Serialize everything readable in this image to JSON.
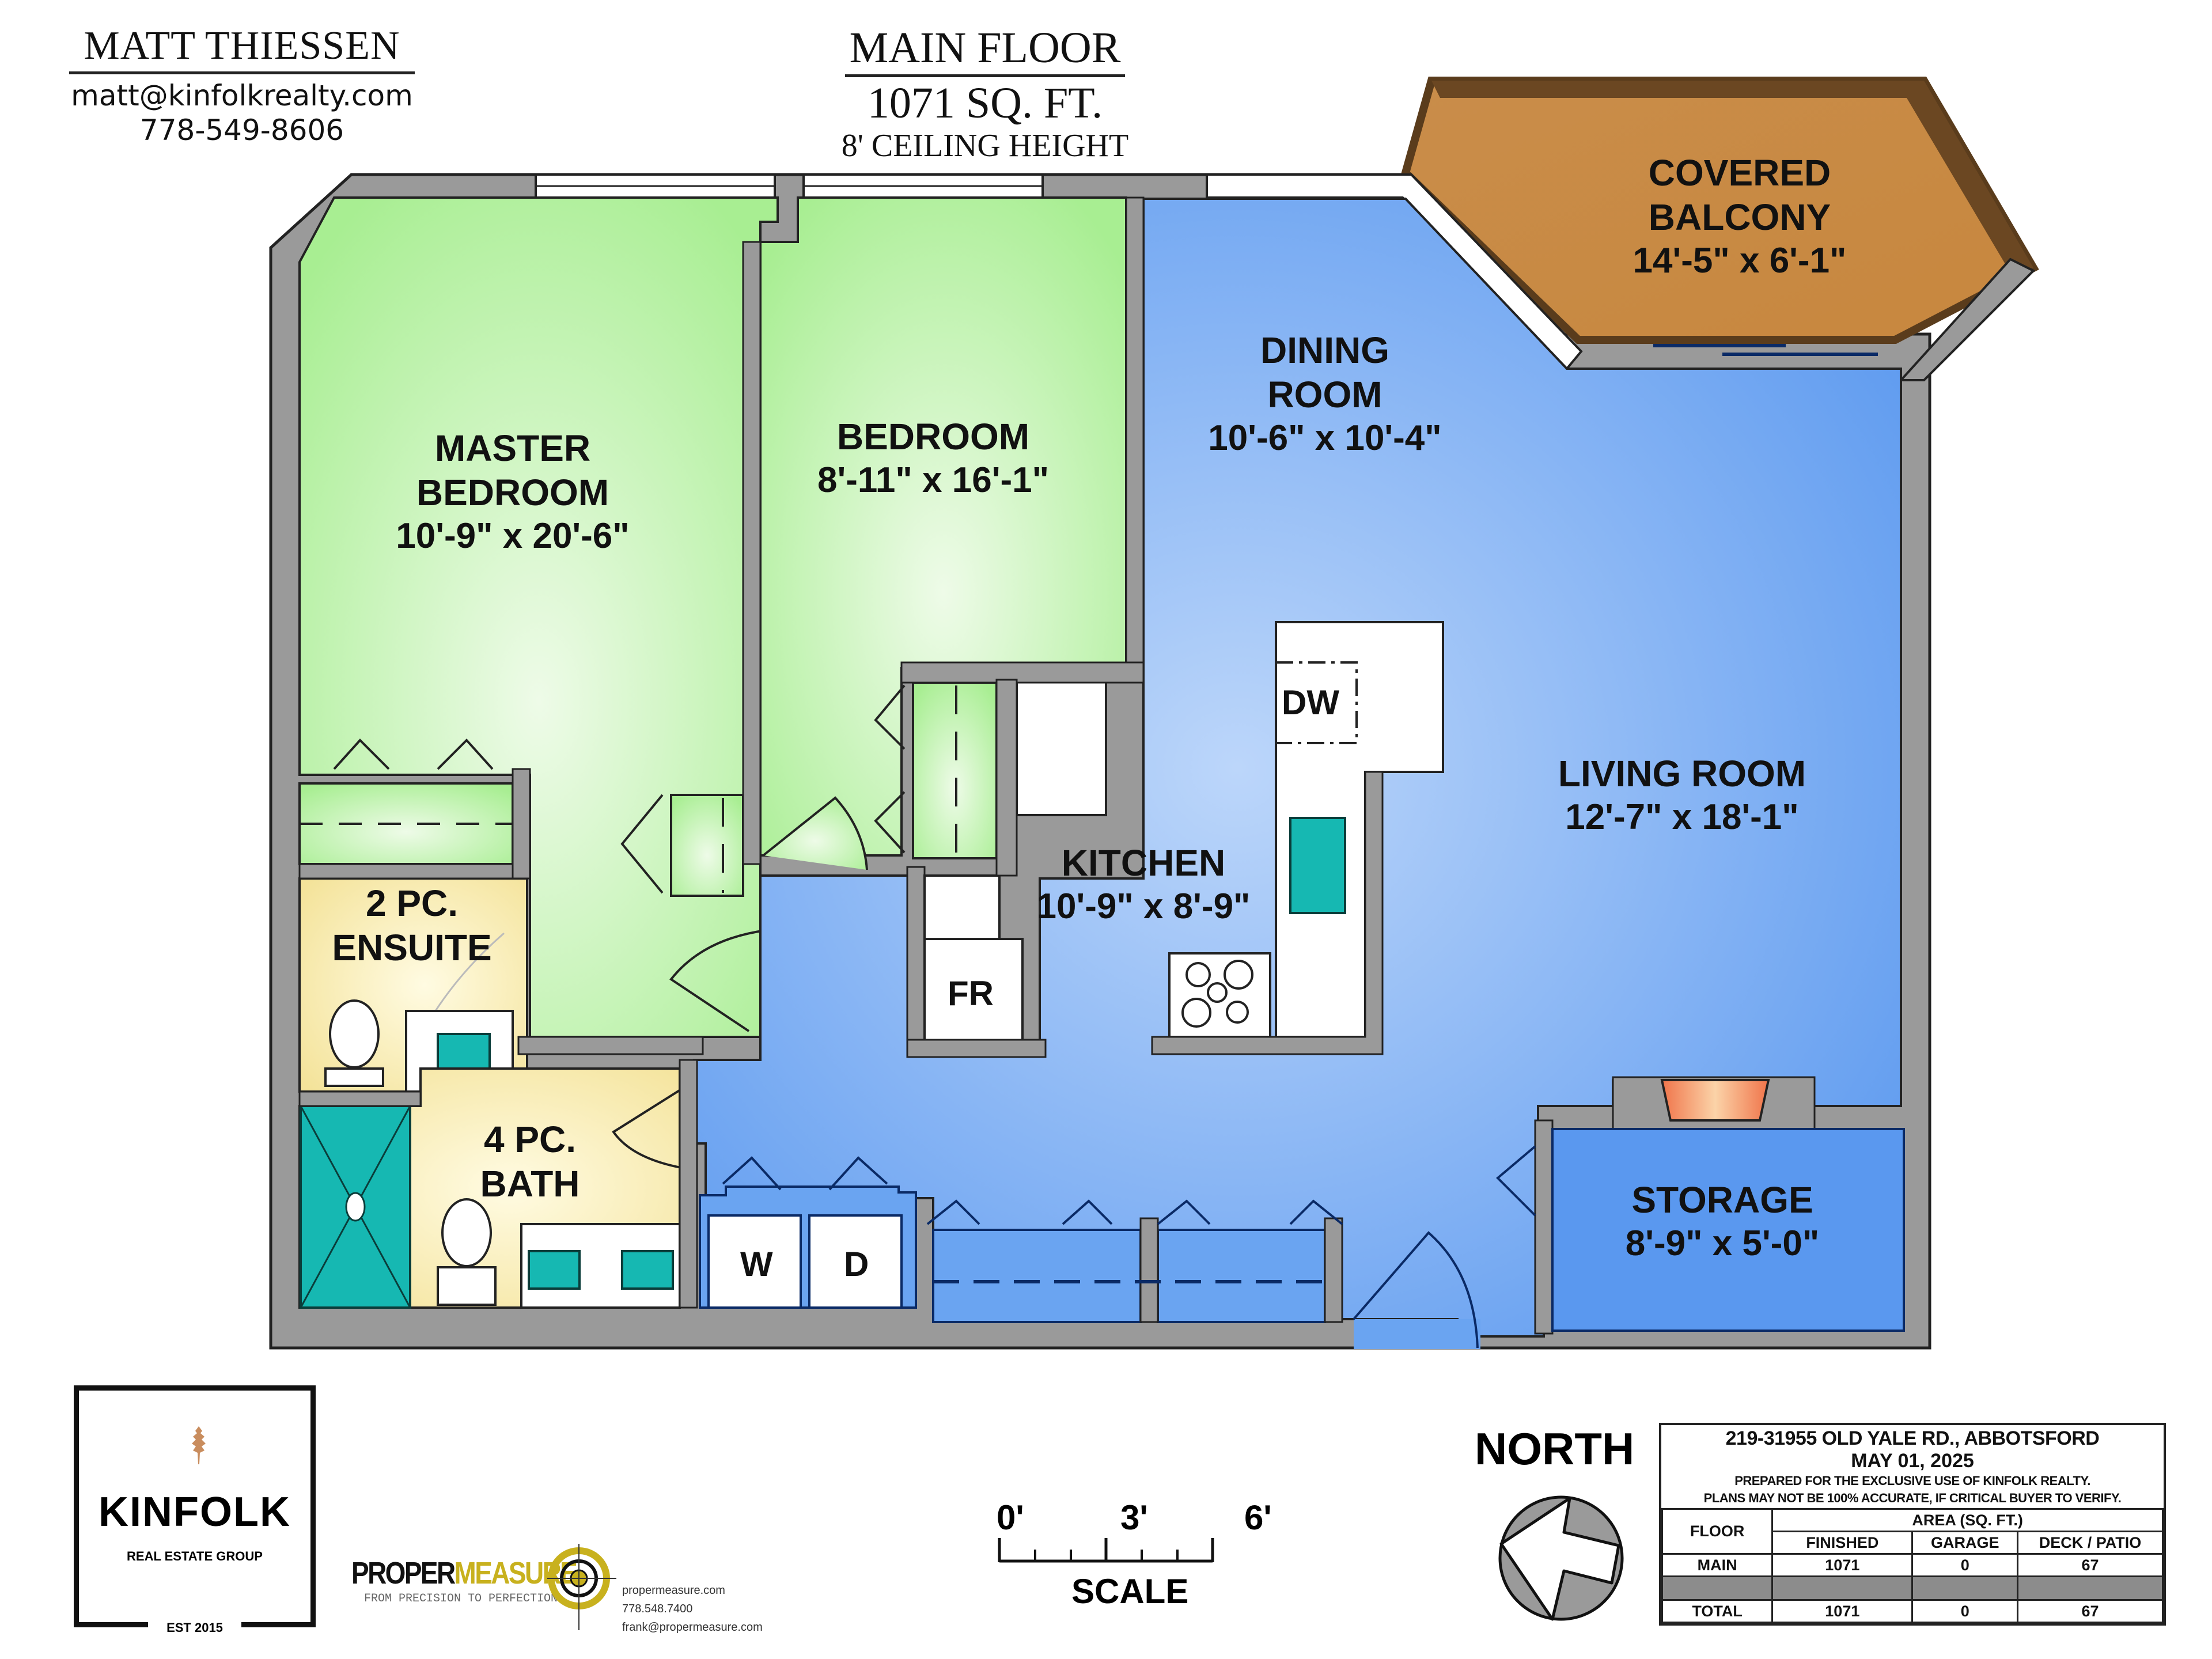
{
  "agent": {
    "name": "MATT THIESSEN",
    "email": "matt@kinfolkrealty.com",
    "phone": "778-549-8606"
  },
  "plan_title": {
    "floor": "MAIN FLOOR",
    "area": "1071 SQ. FT.",
    "ceiling": "8' CEILING HEIGHT"
  },
  "colors": {
    "wall": "#9a9a9a",
    "bedroom_green": "#b2f0a0",
    "living_blue": "#5b9af0",
    "bath_yellow": "#f7e9a6",
    "balcony_brown": "#c98d4a",
    "fixture_teal": "#16b8b2",
    "fireplace_orange": "#f38a5e"
  },
  "rooms": [
    {
      "id": "master_bedroom",
      "name": "MASTER BEDROOM",
      "line1": "MASTER",
      "line2": "BEDROOM",
      "dims": "10'-9\" x 20'-6\""
    },
    {
      "id": "bedroom",
      "name": "BEDROOM",
      "line1": "BEDROOM",
      "dims": "8'-11\" x 16'-1\""
    },
    {
      "id": "dining_room",
      "name": "DINING ROOM",
      "line1": "DINING",
      "line2": "ROOM",
      "dims": "10'-6\" x 10'-4\""
    },
    {
      "id": "covered_balcony",
      "name": "COVERED BALCONY",
      "line1": "COVERED",
      "line2": "BALCONY",
      "dims": "14'-5\" x 6'-1\""
    },
    {
      "id": "living_room",
      "name": "LIVING ROOM",
      "line1": "LIVING ROOM",
      "dims": "12'-7\" x 18'-1\""
    },
    {
      "id": "kitchen",
      "name": "KITCHEN",
      "line1": "KITCHEN",
      "dims": "10'-9\" x 8'-9\""
    },
    {
      "id": "ensuite",
      "name": "2 PC. ENSUITE",
      "line1": "2 PC.",
      "line2": "ENSUITE"
    },
    {
      "id": "bath",
      "name": "4 PC. BATH",
      "line1": "4 PC.",
      "line2": "BATH"
    },
    {
      "id": "storage",
      "name": "STORAGE",
      "line1": "STORAGE",
      "dims": "8'-9\" x 5'-0\""
    }
  ],
  "fixtures": {
    "dishwasher": "DW",
    "fridge": "FR",
    "washer": "W",
    "dryer": "D"
  },
  "kinfolk_logo": {
    "brand": "KINFOLK",
    "subtitle": "REAL ESTATE GROUP",
    "established": "EST 2015"
  },
  "proper_measure": {
    "brand_part1": "PROPER",
    "brand_part2": "MEASURE",
    "trademark": "TM",
    "tagline": "FROM PRECISION TO PERFECTION",
    "website": "propermeasure.com",
    "phone": "778.548.7400",
    "email": "frank@propermeasure.com"
  },
  "scale": {
    "label": "SCALE",
    "ticks": [
      "0'",
      "3'",
      "6'"
    ]
  },
  "north": {
    "label": "NORTH"
  },
  "info_box": {
    "address": "219-31955 OLD YALE RD., ABBOTSFORD",
    "date": "MAY 01, 2025",
    "note_line1": "PREPARED FOR THE EXCLUSIVE USE OF KINFOLK REALTY.",
    "note_line2": "PLANS MAY NOT BE 100% ACCURATE, IF CRITICAL BUYER TO VERIFY.",
    "header_floor": "FLOOR",
    "header_area": "AREA (SQ. FT.)",
    "columns": [
      "FINISHED",
      "GARAGE",
      "DECK / PATIO"
    ],
    "rows": [
      {
        "floor": "MAIN",
        "finished": "1071",
        "garage": "0",
        "deck": "67"
      },
      {
        "floor": "",
        "finished": "",
        "garage": "",
        "deck": ""
      },
      {
        "floor": "TOTAL",
        "finished": "1071",
        "garage": "0",
        "deck": "67"
      }
    ]
  }
}
